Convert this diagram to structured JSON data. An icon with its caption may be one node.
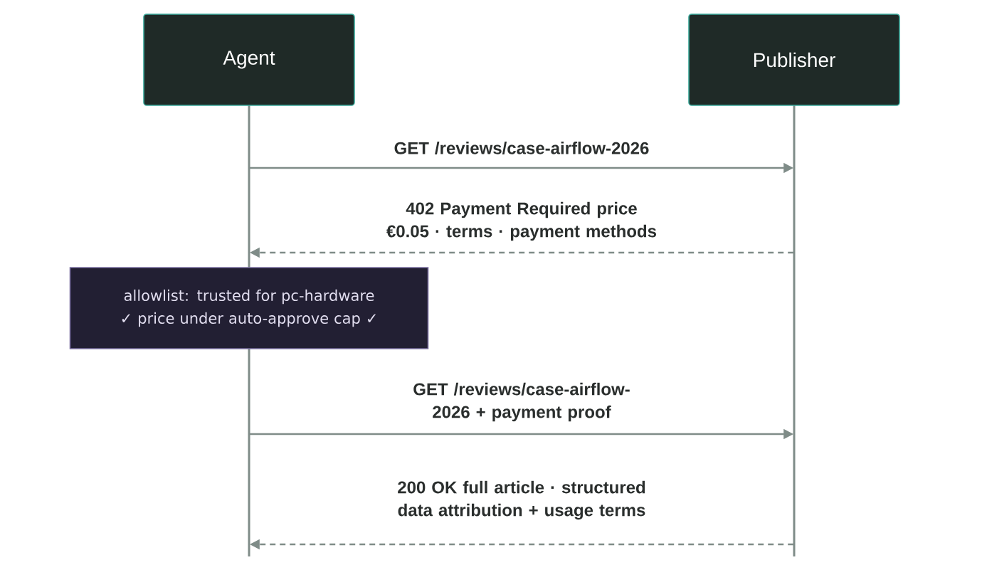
{
  "diagram": {
    "nodes": [
      {
        "text": [
          "Agent"
        ]
      },
      {
        "text": [
          "Publisher"
        ]
      },
      {
        "text": [
          "allowlist: trusted for pc-hardware ✓ price under auto-approve cap ✓"
        ]
      }
    ],
    "edges": [
      {
        "from": 0,
        "to": 1,
        "arrow": "to",
        "label": "GET /reviews/case-airflow-2026"
      },
      {
        "from": 1,
        "to": 0,
        "arrow": "to",
        "style": "dashed",
        "label": "402 Payment Required price €0.05 · terms · payment methods"
      },
      {
        "from": 0,
        "to": 1,
        "arrow": "to",
        "label": "GET /reviews/case-airflow-2026 + payment proof"
      },
      {
        "from": 1,
        "to": 0,
        "arrow": "to",
        "style": "dashed",
        "label": "200 OK full article · structured data attribution + usage terms"
      }
    ]
  }
}
